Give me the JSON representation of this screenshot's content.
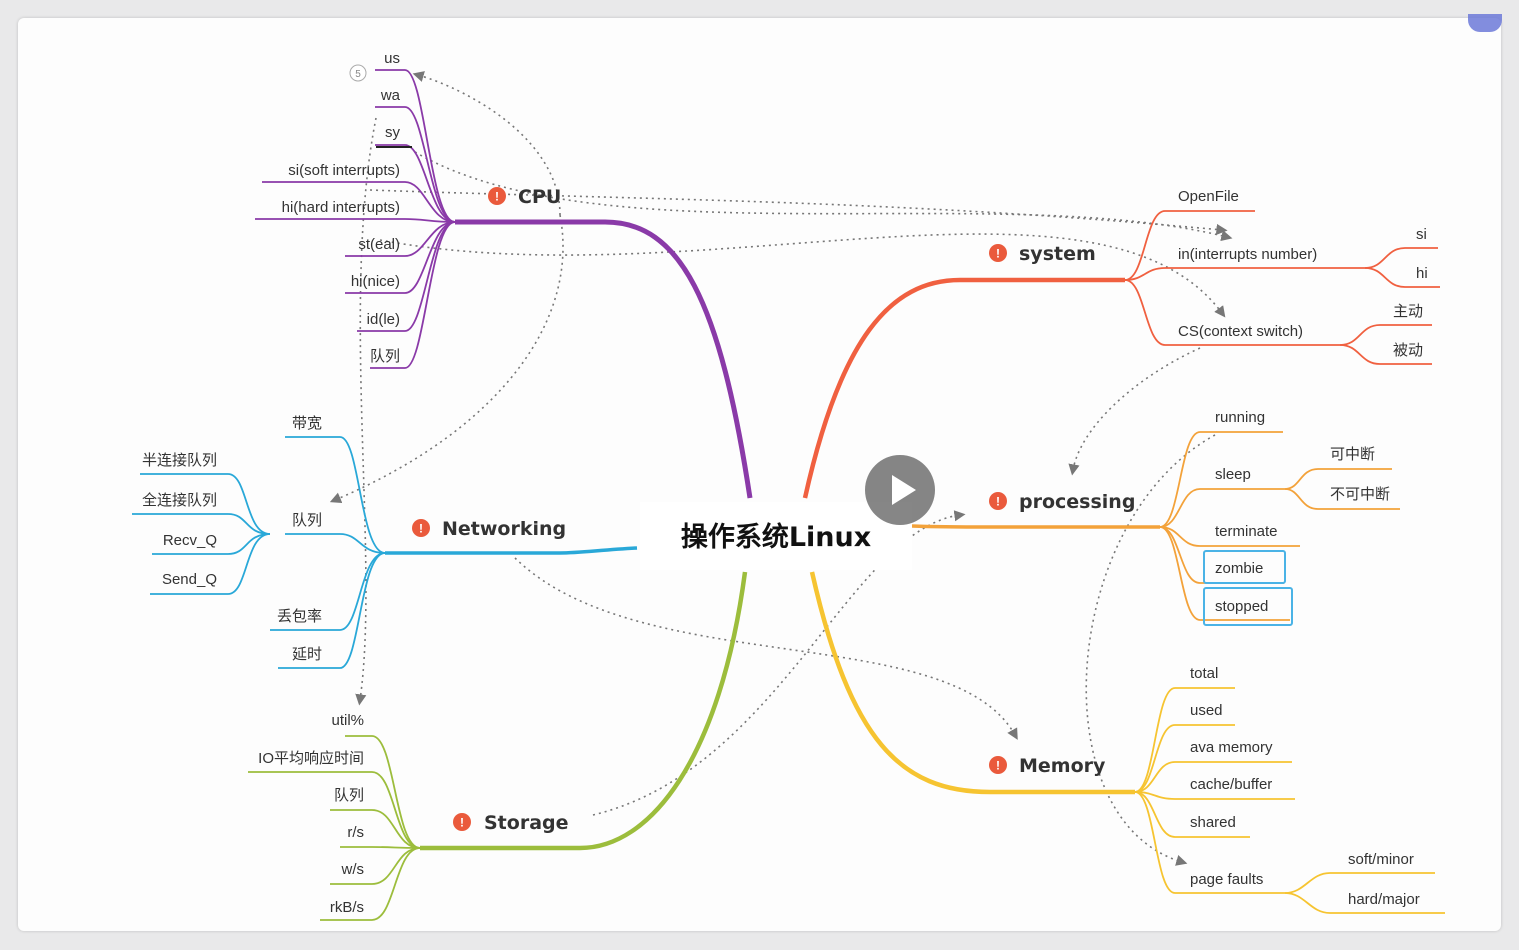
{
  "central": {
    "title": "操作系统Linux"
  },
  "colors": {
    "cpu": "#8a3aa8",
    "system": "#f06040",
    "networking": "#29a8d8",
    "processing": "#f3a23a",
    "storage": "#9cbd3c",
    "memory": "#f6c431",
    "priority": "#ea5a3c",
    "highlight": "#4ab3e6",
    "dotted": "#777777"
  },
  "priority_marker": "!",
  "branches": {
    "cpu": {
      "title": "CPU",
      "icon": "priority-1-icon",
      "children": [
        "us",
        "wa",
        "sy",
        "si(soft interrupts)",
        "hi(hard interrupts)",
        "st(eal)",
        "hi(nice)",
        "id(le)",
        "队列"
      ],
      "us_badge": "5"
    },
    "networking": {
      "title": "Networking",
      "icon": "priority-1-icon",
      "children": [
        "带宽",
        "队列",
        "丢包率",
        "延时"
      ],
      "queue_children": [
        "半连接队列",
        "全连接队列",
        "Recv_Q",
        "Send_Q"
      ]
    },
    "storage": {
      "title": "Storage",
      "icon": "priority-1-icon",
      "children": [
        "util%",
        "IO平均响应时间",
        "队列",
        "r/s",
        "w/s",
        "rkB/s"
      ]
    },
    "system": {
      "title": "system",
      "icon": "priority-1-icon",
      "children": [
        "OpenFile",
        "in(interrupts number)",
        "CS(context switch)"
      ],
      "in_children": [
        "si",
        "hi"
      ],
      "cs_children": [
        "主动",
        "被动"
      ]
    },
    "processing": {
      "title": "processing",
      "icon": "priority-1-icon",
      "children": [
        "running",
        "sleep",
        "terminate",
        "zombie",
        "stopped"
      ],
      "sleep_children": [
        "可中断",
        "不可中断"
      ]
    },
    "memory": {
      "title": "Memory",
      "icon": "priority-1-icon",
      "children": [
        "total",
        "used",
        "ava memory",
        "cache/buffer",
        "shared",
        "page faults"
      ],
      "pagefault_children": [
        "soft/minor",
        "hard/major"
      ]
    }
  },
  "video": {
    "play_icon": "play-icon"
  }
}
